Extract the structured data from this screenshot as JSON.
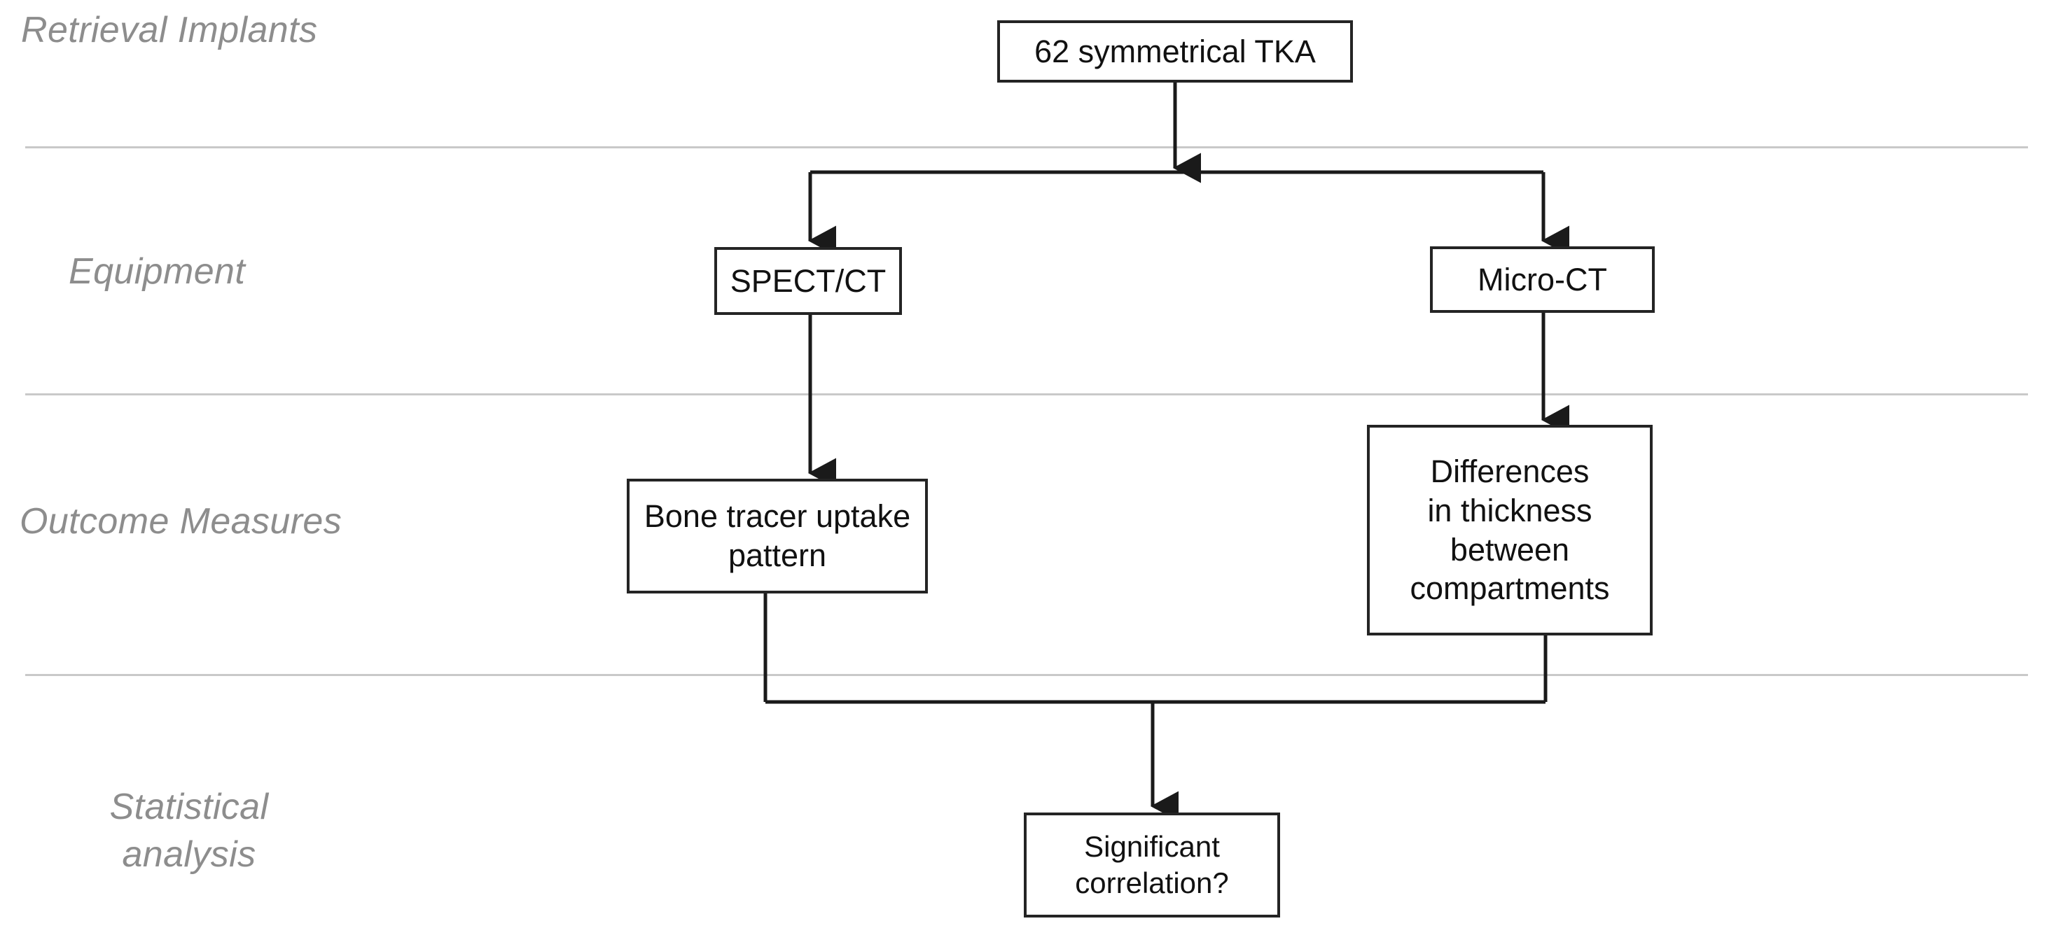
{
  "figure": {
    "title": "Study design flowchart",
    "background_color": "#ffffff",
    "box_border_color": "#242424",
    "connector_color": "#1a1a1a",
    "divider_color": "#c9c9c9",
    "label_color": "#8d8d8d"
  },
  "stage_labels": [
    {
      "id": "retrieval-implants",
      "text": "Retrieval Implants",
      "align": "left"
    },
    {
      "id": "equipment",
      "text": "Equipment",
      "align": "left"
    },
    {
      "id": "outcome-measures",
      "text": "Outcome Measures",
      "align": "left"
    },
    {
      "id": "statistical-analysis",
      "text": "Statistical\nanalysis",
      "align": "center"
    }
  ],
  "nodes": [
    {
      "id": "cohort",
      "text": "62 symmetrical TKA"
    },
    {
      "id": "spect-ct",
      "text": "SPECT/CT"
    },
    {
      "id": "micro-ct",
      "text": "Micro-CT"
    },
    {
      "id": "bone-tracer-uptake",
      "text": "Bone tracer uptake\npattern"
    },
    {
      "id": "thickness-differences",
      "text": "Differences\nin thickness\nbetween\ncompartments"
    },
    {
      "id": "significant-correlation",
      "text": "Significant\ncorrelation?"
    }
  ],
  "edges": [
    {
      "id": "cohort-to-split",
      "from": "cohort",
      "to": "split-junction"
    },
    {
      "id": "split-to-spect-ct",
      "from": "split-junction",
      "to": "spect-ct"
    },
    {
      "id": "split-to-micro-ct",
      "from": "split-junction",
      "to": "micro-ct"
    },
    {
      "id": "spect-ct-to-bone-tracer-uptake",
      "from": "spect-ct",
      "to": "bone-tracer-uptake"
    },
    {
      "id": "micro-ct-to-thickness-differences",
      "from": "micro-ct",
      "to": "thickness-differences"
    },
    {
      "id": "bone-tracer-uptake-to-merge",
      "from": "bone-tracer-uptake",
      "to": "merge-junction"
    },
    {
      "id": "thickness-differences-to-merge",
      "from": "thickness-differences",
      "to": "merge-junction"
    },
    {
      "id": "merge-to-significant-correlation",
      "from": "merge-junction",
      "to": "significant-correlation"
    }
  ],
  "dividers": [
    {
      "id": "divider-1"
    },
    {
      "id": "divider-2"
    },
    {
      "id": "divider-3"
    }
  ]
}
